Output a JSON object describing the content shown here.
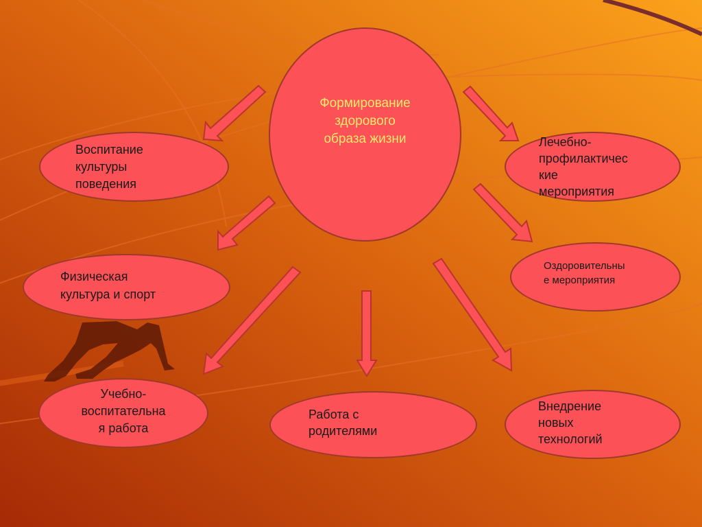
{
  "colors": {
    "background_dark": "#a62a06",
    "background_light": "#f9a11a",
    "node_fill": "#fc5157",
    "node_border": "#a0382a",
    "center_text": "#ffe96a",
    "arrow_fill": "#fc5157"
  },
  "diagram": {
    "center": "Формирование\nздорового\nобраза жизни",
    "nodes": {
      "vospitanie": "Воспитание\nкультуры\nповедения",
      "lechebno": "Лечебно-\nпрофилактичес\nкие\nмероприятия",
      "fizkultura": "Физическая\nкультура  и  спорт",
      "ozdorov": "Оздоровительны\nе мероприятия",
      "uchebno": "Учебно-\nвоспитательна\nя работа",
      "roditeli": "Работа   с\nродителями",
      "vnedrenie": "Внедрение\nновых\nтехнологий"
    }
  }
}
